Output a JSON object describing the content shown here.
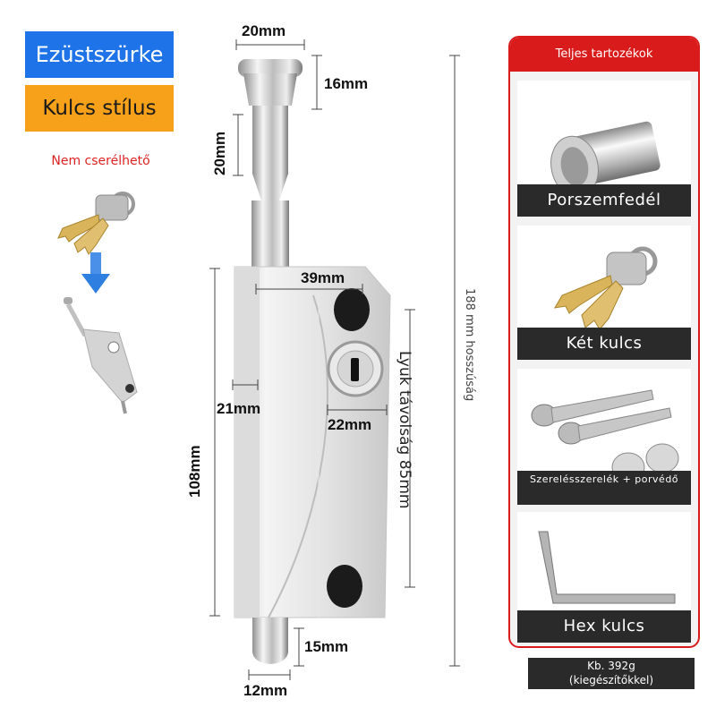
{
  "left": {
    "color_badge": "Ezüstszürke",
    "style_badge": "Kulcs stílus",
    "note": "Nem cserélhető"
  },
  "dimensions": {
    "knob_width": "20mm",
    "knob_height": "16mm",
    "pin_height": "20mm",
    "body_width": "39mm",
    "body_depth": "21mm",
    "keyhole_width": "22mm",
    "body_height": "108mm",
    "bottom_pin_height": "15mm",
    "bottom_pin_width": "12mm",
    "hole_distance": "Lyuk távolság 85mm",
    "total_length": "188 mm hosszúság"
  },
  "accessories": {
    "title": "Teljes tartozékok",
    "items": [
      {
        "label": "Porszemfedél"
      },
      {
        "label": "Két kulcs"
      },
      {
        "label": "Szerelésszerelék + porvédő"
      },
      {
        "label": "Hex kulcs"
      }
    ],
    "weight_line1": "Kb. 392g",
    "weight_line2": "(kiegészítőkkel)"
  },
  "colors": {
    "blue": "#1e73e8",
    "orange": "#f7a11a",
    "red": "#d91b1b",
    "dark": "#2a2a2a"
  }
}
